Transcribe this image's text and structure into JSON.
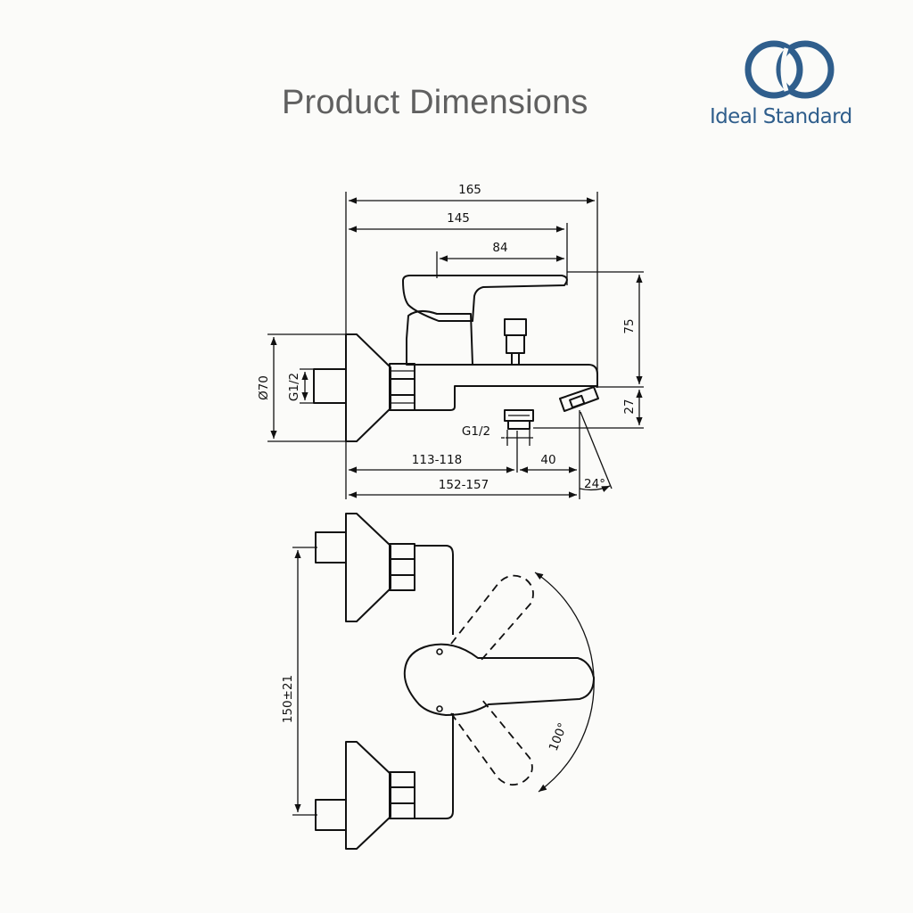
{
  "header": {
    "title": "Product Dimensions"
  },
  "brand": {
    "name": "Ideal Standard",
    "logo_icon": "interlocking-rings-logo",
    "color": "#2f5e8c"
  },
  "drawing": {
    "line_color": "#111111",
    "front_view": {
      "dim_overall_width": "165",
      "dim_lever_reach": "145",
      "dim_lever_length": "84",
      "dim_height_above_body": "75",
      "dim_outlet_height": "27",
      "dim_rosette_diameter": "Ø70",
      "dim_inlet_thread": "G1/2",
      "dim_outlet_thread": "G1/2",
      "dim_wall_to_outlet": "113-118",
      "dim_outlet_to_spout": "40",
      "dim_wall_to_spout": "152-157",
      "dim_spout_angle": "24°"
    },
    "top_view": {
      "dim_inlet_centers": "150±21",
      "dim_lever_rotation": "100°"
    }
  }
}
